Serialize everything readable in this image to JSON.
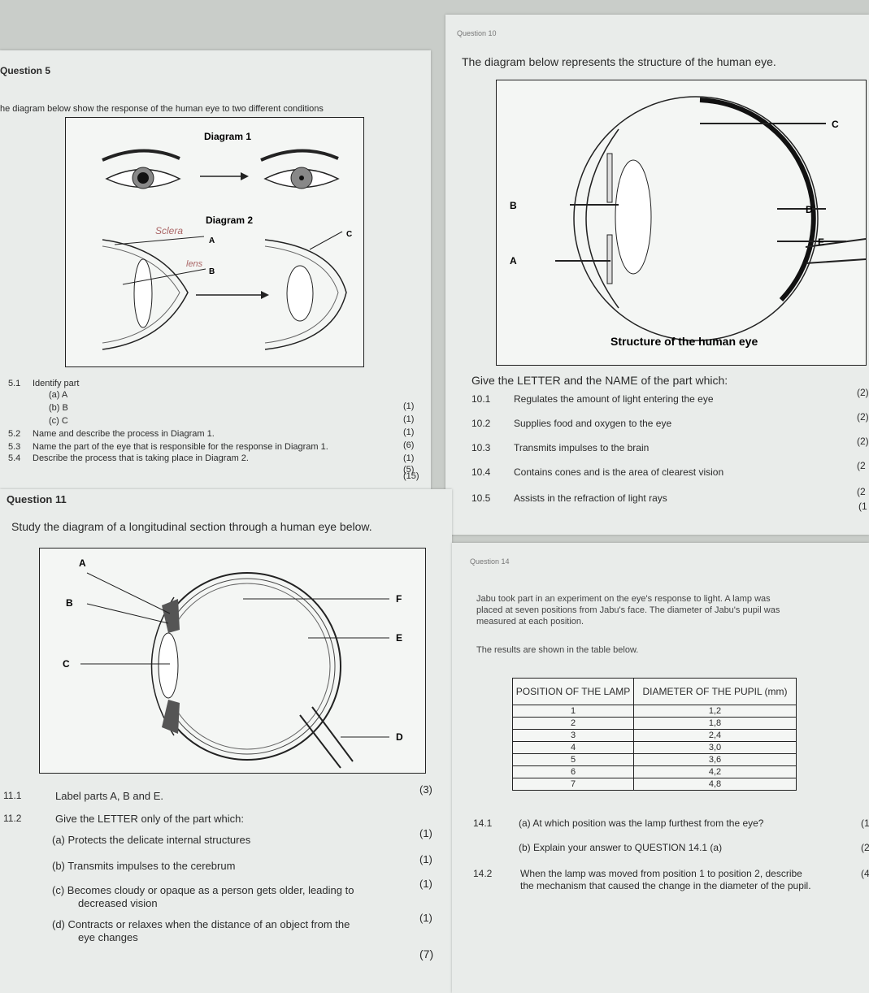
{
  "q5": {
    "title": "Question 5",
    "intro": "he diagram below show the response of the human eye to two different conditions",
    "diagram1_label": "Diagram 1",
    "diagram2_label": "Diagram 2",
    "handwriting_sclera": "Sclera",
    "handwriting_lens": "lens",
    "parts": [
      "A",
      "B",
      "C"
    ],
    "items": [
      {
        "num": "5.1",
        "text": "Identify part",
        "mark": ""
      },
      {
        "num": "",
        "text": "(a) A",
        "mark": "(1)"
      },
      {
        "num": "",
        "text": "(b) B",
        "mark": "(1)"
      },
      {
        "num": "",
        "text": "(c) C",
        "mark": "(1)"
      },
      {
        "num": "5.2",
        "text": "Name and describe the process in Diagram 1.",
        "mark": "(6)"
      },
      {
        "num": "5.3",
        "text": "Name the part of the eye that is responsible for the response in Diagram 1.",
        "mark": "(1)"
      },
      {
        "num": "5.4",
        "text": "Describe the process that is taking place in Diagram 2.",
        "mark": "(5)"
      }
    ],
    "total": "(15)"
  },
  "q10": {
    "header_cut": "Question 10",
    "intro": "The diagram below represents the structure of the human eye.",
    "diagram_caption": "Structure of the human eye",
    "labels": [
      "C",
      "B",
      "D",
      "E",
      "A"
    ],
    "instruction": "Give the LETTER and the NAME of the part which:",
    "items": [
      {
        "num": "10.1",
        "text": "Regulates the amount of light entering the eye",
        "mark": "(2)"
      },
      {
        "num": "10.2",
        "text": "Supplies food and oxygen to the eye",
        "mark": "(2)"
      },
      {
        "num": "10.3",
        "text": "Transmits impulses to the brain",
        "mark": "(2)"
      },
      {
        "num": "10.4",
        "text": "Contains cones and is the area of clearest vision",
        "mark": "(2"
      },
      {
        "num": "10.5",
        "text": "Assists in the refraction of light rays",
        "mark": "(2"
      }
    ],
    "total": "(1"
  },
  "q11": {
    "title": "Question 11",
    "intro": "Study the diagram of a longitudinal section through a human eye below.",
    "labels": [
      "A",
      "B",
      "C",
      "F",
      "E",
      "D"
    ],
    "items": [
      {
        "num": "11.1",
        "text": "Label parts A, B and E.",
        "mark": "(3)"
      },
      {
        "num": "11.2",
        "text": "Give the LETTER only of the part which:",
        "mark": ""
      },
      {
        "num": "",
        "text": "(a)  Protects the delicate internal structures",
        "mark": "(1)"
      },
      {
        "num": "",
        "text": "(b)  Transmits impulses to the cerebrum",
        "mark": "(1)"
      },
      {
        "num": "",
        "text": "(c)  Becomes cloudy or opaque as a person gets older, leading to",
        "text2": "decreased vision",
        "mark": "(1)"
      },
      {
        "num": "",
        "text": "(d)  Contracts or relaxes when the distance of an object from the",
        "text2": "eye changes",
        "mark": "(1)"
      }
    ],
    "total": "(7)"
  },
  "q14": {
    "title": "Question 14",
    "intro_line1": "Jabu took part in an experiment on the eye's response to light. A lamp was",
    "intro_line2": "placed at seven positions from Jabu's face. The diameter of Jabu's pupil was",
    "intro_line3": "measured at each position.",
    "results_line": "The results are shown in the table below.",
    "table_headers": [
      "POSITION OF THE LAMP",
      "DIAMETER OF THE PUPIL (mm)"
    ],
    "table_rows": [
      [
        "1",
        "1,2"
      ],
      [
        "2",
        "1,8"
      ],
      [
        "3",
        "2,4"
      ],
      [
        "4",
        "3,0"
      ],
      [
        "5",
        "3,6"
      ],
      [
        "6",
        "4,2"
      ],
      [
        "7",
        "4,8"
      ]
    ],
    "items": [
      {
        "num": "14.1",
        "text": "(a)    At which position was the lamp furthest from the eye?",
        "mark": "(1"
      },
      {
        "num": "",
        "text": "(b)    Explain your answer to QUESTION 14.1 (a)",
        "mark": "(2"
      },
      {
        "num": "14.2",
        "text": "When the lamp was moved from position 1 to position 2, describe",
        "text2": "the mechanism that caused the change in the diameter of the pupil.",
        "mark": "(4"
      }
    ]
  }
}
